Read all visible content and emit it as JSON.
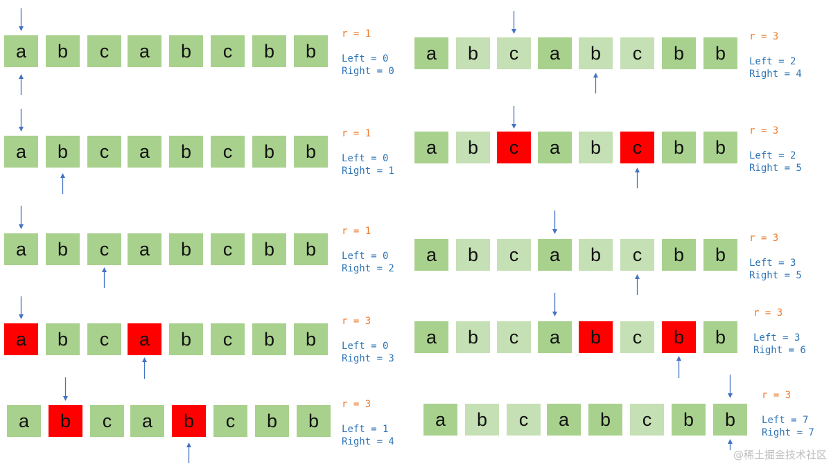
{
  "left_column": [
    {
      "cells": [
        "a",
        "b",
        "c",
        "a",
        "b",
        "c",
        "b",
        "b"
      ],
      "shade": [
        "d",
        "d",
        "d",
        "d",
        "d",
        "d",
        "d",
        "d"
      ],
      "r": "r = 1",
      "left": "Left = 0",
      "right": "Right = 0"
    },
    {
      "cells": [
        "a",
        "b",
        "c",
        "a",
        "b",
        "c",
        "b",
        "b"
      ],
      "shade": [
        "d",
        "d",
        "d",
        "d",
        "d",
        "d",
        "d",
        "d"
      ],
      "r": "r = 1",
      "left": "Left = 0",
      "right": "Right = 1"
    },
    {
      "cells": [
        "a",
        "b",
        "c",
        "a",
        "b",
        "c",
        "b",
        "b"
      ],
      "shade": [
        "d",
        "d",
        "d",
        "d",
        "d",
        "d",
        "d",
        "d"
      ],
      "r": "r = 1",
      "left": "Left = 0",
      "right": "Right = 2"
    },
    {
      "cells": [
        "a",
        "b",
        "c",
        "a",
        "b",
        "c",
        "b",
        "b"
      ],
      "shade": [
        "r",
        "d",
        "d",
        "r",
        "d",
        "d",
        "d",
        "d"
      ],
      "r": "r = 3",
      "left": "Left = 0",
      "right": "Right = 3"
    },
    {
      "cells": [
        "a",
        "b",
        "c",
        "a",
        "b",
        "c",
        "b",
        "b"
      ],
      "shade": [
        "d",
        "r",
        "d",
        "d",
        "r",
        "d",
        "d",
        "d"
      ],
      "r": "r = 3",
      "left": "Left = 1",
      "right": "Right = 4"
    }
  ],
  "right_column": [
    {
      "cells": [
        "a",
        "b",
        "c",
        "a",
        "b",
        "c",
        "b",
        "b"
      ],
      "shade": [
        "d",
        "l",
        "l",
        "d",
        "l",
        "l",
        "d",
        "d"
      ],
      "r": "r = 3",
      "left": "Left = 2",
      "right": "Right = 4"
    },
    {
      "cells": [
        "a",
        "b",
        "c",
        "a",
        "b",
        "c",
        "b",
        "b"
      ],
      "shade": [
        "d",
        "l",
        "r",
        "d",
        "l",
        "r",
        "d",
        "d"
      ],
      "r": "r = 3",
      "left": "Left = 2",
      "right": "Right = 5"
    },
    {
      "cells": [
        "a",
        "b",
        "c",
        "a",
        "b",
        "c",
        "b",
        "b"
      ],
      "shade": [
        "d",
        "l",
        "l",
        "d",
        "l",
        "l",
        "d",
        "d"
      ],
      "r": "r = 3",
      "left": "Left = 3",
      "right": "Right = 5"
    },
    {
      "cells": [
        "a",
        "b",
        "c",
        "a",
        "b",
        "c",
        "b",
        "b"
      ],
      "shade": [
        "d",
        "l",
        "l",
        "d",
        "r",
        "l",
        "r",
        "d"
      ],
      "r": "r = 3",
      "left": "Left = 3",
      "right": "Right = 6"
    },
    {
      "cells": [
        "a",
        "b",
        "c",
        "a",
        "b",
        "c",
        "b",
        "b"
      ],
      "shade": [
        "d",
        "l",
        "l",
        "d",
        "d",
        "l",
        "d",
        "d"
      ],
      "r": "r = 3",
      "left": "Left = 7",
      "right": "Right = 7"
    }
  ],
  "colors": {
    "dark_cell": "#a9d18e",
    "light_cell": "#c5e0b4",
    "highlight": "#ff0000",
    "r_text": "#ed7d31",
    "lr_text": "#2e75b6",
    "arrow": "#4472c4"
  },
  "icons": {
    "pointer": "arrow-icon"
  },
  "watermark": "@稀土掘金技术社区"
}
